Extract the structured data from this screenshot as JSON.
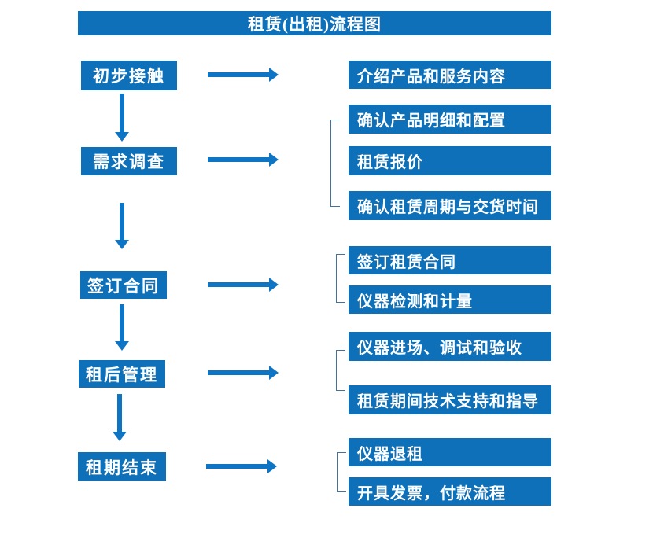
{
  "title": "租赁(出租)流程图",
  "steps": [
    "初步接触",
    "需求调查",
    "签订合同",
    "租后管理",
    "租期结束"
  ],
  "details": [
    "介绍产品和服务内容",
    "确认产品明细和配置",
    "租赁报价",
    "确认租赁周期与交货时间",
    "签订租赁合同",
    "仪器检测和计量",
    "仪器进场、调试和验收",
    "租赁期间技术支持和指导",
    "仪器退租",
    "开具发票，付款流程"
  ],
  "colors": {
    "box_blue": "#0d70b8",
    "arrow_blue": "#0e74c4",
    "bracket_blue": "#41719c",
    "text": "#ffffff",
    "background": "#ffffff"
  }
}
